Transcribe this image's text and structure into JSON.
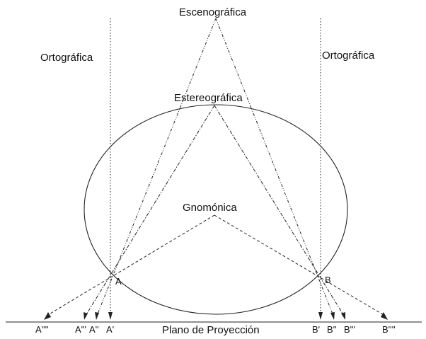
{
  "labels": {
    "escenografica": "Escenográfica",
    "ortografica_left": "Ortográfica",
    "ortografica_right": "Ortográfica",
    "estereografica": "Estereográfica",
    "gnomonica": "Gnomónica",
    "plano": "Plano de Proyección"
  },
  "points": {
    "A": "A",
    "B": "B"
  },
  "projections_left": {
    "a4": "A''''",
    "a3": "A'''",
    "a2": "A''",
    "a1": "A'"
  },
  "projections_right": {
    "b1": "B'",
    "b2": "B''",
    "b3": "B'''",
    "b4": "B''''"
  }
}
